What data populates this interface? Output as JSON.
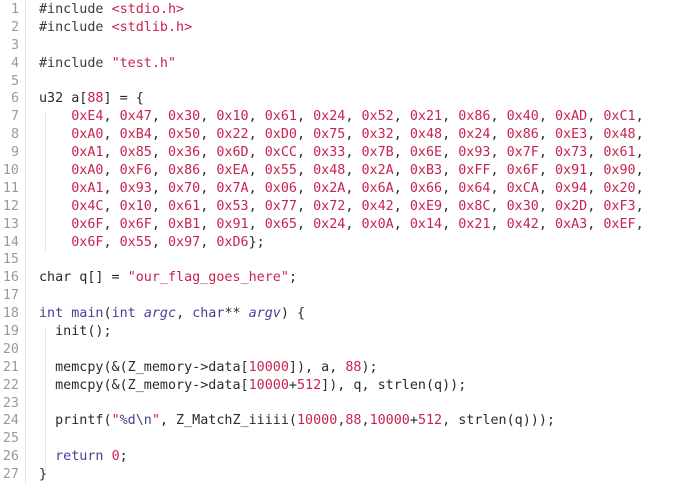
{
  "editor": {
    "lines": [
      {
        "n": "1",
        "tokens": [
          {
            "c": "pp",
            "t": "#include "
          },
          {
            "c": "inc",
            "t": "<stdio.h>"
          }
        ]
      },
      {
        "n": "2",
        "tokens": [
          {
            "c": "pp",
            "t": "#include "
          },
          {
            "c": "inc",
            "t": "<stdlib.h>"
          }
        ]
      },
      {
        "n": "3",
        "tokens": []
      },
      {
        "n": "4",
        "tokens": [
          {
            "c": "pp",
            "t": "#include "
          },
          {
            "c": "str",
            "t": "\"test.h\""
          }
        ]
      },
      {
        "n": "5",
        "tokens": []
      },
      {
        "n": "6",
        "tokens": [
          {
            "c": "ty",
            "t": "u32 a["
          },
          {
            "c": "num",
            "t": "88"
          },
          {
            "c": "punc",
            "t": "] = {"
          }
        ]
      },
      {
        "n": "7",
        "tokens": [
          {
            "c": "punc",
            "t": "    "
          },
          {
            "c": "num",
            "t": "0xE4"
          },
          {
            "c": "punc",
            "t": ", "
          },
          {
            "c": "num",
            "t": "0x47"
          },
          {
            "c": "punc",
            "t": ", "
          },
          {
            "c": "num",
            "t": "0x30"
          },
          {
            "c": "punc",
            "t": ", "
          },
          {
            "c": "num",
            "t": "0x10"
          },
          {
            "c": "punc",
            "t": ", "
          },
          {
            "c": "num",
            "t": "0x61"
          },
          {
            "c": "punc",
            "t": ", "
          },
          {
            "c": "num",
            "t": "0x24"
          },
          {
            "c": "punc",
            "t": ", "
          },
          {
            "c": "num",
            "t": "0x52"
          },
          {
            "c": "punc",
            "t": ", "
          },
          {
            "c": "num",
            "t": "0x21"
          },
          {
            "c": "punc",
            "t": ", "
          },
          {
            "c": "num",
            "t": "0x86"
          },
          {
            "c": "punc",
            "t": ", "
          },
          {
            "c": "num",
            "t": "0x40"
          },
          {
            "c": "punc",
            "t": ", "
          },
          {
            "c": "num",
            "t": "0xAD"
          },
          {
            "c": "punc",
            "t": ", "
          },
          {
            "c": "num",
            "t": "0xC1"
          },
          {
            "c": "punc",
            "t": ","
          }
        ]
      },
      {
        "n": "8",
        "tokens": [
          {
            "c": "punc",
            "t": "    "
          },
          {
            "c": "num",
            "t": "0xA0"
          },
          {
            "c": "punc",
            "t": ", "
          },
          {
            "c": "num",
            "t": "0xB4"
          },
          {
            "c": "punc",
            "t": ", "
          },
          {
            "c": "num",
            "t": "0x50"
          },
          {
            "c": "punc",
            "t": ", "
          },
          {
            "c": "num",
            "t": "0x22"
          },
          {
            "c": "punc",
            "t": ", "
          },
          {
            "c": "num",
            "t": "0xD0"
          },
          {
            "c": "punc",
            "t": ", "
          },
          {
            "c": "num",
            "t": "0x75"
          },
          {
            "c": "punc",
            "t": ", "
          },
          {
            "c": "num",
            "t": "0x32"
          },
          {
            "c": "punc",
            "t": ", "
          },
          {
            "c": "num",
            "t": "0x48"
          },
          {
            "c": "punc",
            "t": ", "
          },
          {
            "c": "num",
            "t": "0x24"
          },
          {
            "c": "punc",
            "t": ", "
          },
          {
            "c": "num",
            "t": "0x86"
          },
          {
            "c": "punc",
            "t": ", "
          },
          {
            "c": "num",
            "t": "0xE3"
          },
          {
            "c": "punc",
            "t": ", "
          },
          {
            "c": "num",
            "t": "0x48"
          },
          {
            "c": "punc",
            "t": ","
          }
        ]
      },
      {
        "n": "9",
        "tokens": [
          {
            "c": "punc",
            "t": "    "
          },
          {
            "c": "num",
            "t": "0xA1"
          },
          {
            "c": "punc",
            "t": ", "
          },
          {
            "c": "num",
            "t": "0x85"
          },
          {
            "c": "punc",
            "t": ", "
          },
          {
            "c": "num",
            "t": "0x36"
          },
          {
            "c": "punc",
            "t": ", "
          },
          {
            "c": "num",
            "t": "0x6D"
          },
          {
            "c": "punc",
            "t": ", "
          },
          {
            "c": "num",
            "t": "0xCC"
          },
          {
            "c": "punc",
            "t": ", "
          },
          {
            "c": "num",
            "t": "0x33"
          },
          {
            "c": "punc",
            "t": ", "
          },
          {
            "c": "num",
            "t": "0x7B"
          },
          {
            "c": "punc",
            "t": ", "
          },
          {
            "c": "num",
            "t": "0x6E"
          },
          {
            "c": "punc",
            "t": ", "
          },
          {
            "c": "num",
            "t": "0x93"
          },
          {
            "c": "punc",
            "t": ", "
          },
          {
            "c": "num",
            "t": "0x7F"
          },
          {
            "c": "punc",
            "t": ", "
          },
          {
            "c": "num",
            "t": "0x73"
          },
          {
            "c": "punc",
            "t": ", "
          },
          {
            "c": "num",
            "t": "0x61"
          },
          {
            "c": "punc",
            "t": ","
          }
        ]
      },
      {
        "n": "10",
        "tokens": [
          {
            "c": "punc",
            "t": "    "
          },
          {
            "c": "num",
            "t": "0xA0"
          },
          {
            "c": "punc",
            "t": ", "
          },
          {
            "c": "num",
            "t": "0xF6"
          },
          {
            "c": "punc",
            "t": ", "
          },
          {
            "c": "num",
            "t": "0x86"
          },
          {
            "c": "punc",
            "t": ", "
          },
          {
            "c": "num",
            "t": "0xEA"
          },
          {
            "c": "punc",
            "t": ", "
          },
          {
            "c": "num",
            "t": "0x55"
          },
          {
            "c": "punc",
            "t": ", "
          },
          {
            "c": "num",
            "t": "0x48"
          },
          {
            "c": "punc",
            "t": ", "
          },
          {
            "c": "num",
            "t": "0x2A"
          },
          {
            "c": "punc",
            "t": ", "
          },
          {
            "c": "num",
            "t": "0xB3"
          },
          {
            "c": "punc",
            "t": ", "
          },
          {
            "c": "num",
            "t": "0xFF"
          },
          {
            "c": "punc",
            "t": ", "
          },
          {
            "c": "num",
            "t": "0x6F"
          },
          {
            "c": "punc",
            "t": ", "
          },
          {
            "c": "num",
            "t": "0x91"
          },
          {
            "c": "punc",
            "t": ", "
          },
          {
            "c": "num",
            "t": "0x90"
          },
          {
            "c": "punc",
            "t": ","
          }
        ]
      },
      {
        "n": "11",
        "tokens": [
          {
            "c": "punc",
            "t": "    "
          },
          {
            "c": "num",
            "t": "0xA1"
          },
          {
            "c": "punc",
            "t": ", "
          },
          {
            "c": "num",
            "t": "0x93"
          },
          {
            "c": "punc",
            "t": ", "
          },
          {
            "c": "num",
            "t": "0x70"
          },
          {
            "c": "punc",
            "t": ", "
          },
          {
            "c": "num",
            "t": "0x7A"
          },
          {
            "c": "punc",
            "t": ", "
          },
          {
            "c": "num",
            "t": "0x06"
          },
          {
            "c": "punc",
            "t": ", "
          },
          {
            "c": "num",
            "t": "0x2A"
          },
          {
            "c": "punc",
            "t": ", "
          },
          {
            "c": "num",
            "t": "0x6A"
          },
          {
            "c": "punc",
            "t": ", "
          },
          {
            "c": "num",
            "t": "0x66"
          },
          {
            "c": "punc",
            "t": ", "
          },
          {
            "c": "num",
            "t": "0x64"
          },
          {
            "c": "punc",
            "t": ", "
          },
          {
            "c": "num",
            "t": "0xCA"
          },
          {
            "c": "punc",
            "t": ", "
          },
          {
            "c": "num",
            "t": "0x94"
          },
          {
            "c": "punc",
            "t": ", "
          },
          {
            "c": "num",
            "t": "0x20"
          },
          {
            "c": "punc",
            "t": ","
          }
        ]
      },
      {
        "n": "12",
        "tokens": [
          {
            "c": "punc",
            "t": "    "
          },
          {
            "c": "num",
            "t": "0x4C"
          },
          {
            "c": "punc",
            "t": ", "
          },
          {
            "c": "num",
            "t": "0x10"
          },
          {
            "c": "punc",
            "t": ", "
          },
          {
            "c": "num",
            "t": "0x61"
          },
          {
            "c": "punc",
            "t": ", "
          },
          {
            "c": "num",
            "t": "0x53"
          },
          {
            "c": "punc",
            "t": ", "
          },
          {
            "c": "num",
            "t": "0x77"
          },
          {
            "c": "punc",
            "t": ", "
          },
          {
            "c": "num",
            "t": "0x72"
          },
          {
            "c": "punc",
            "t": ", "
          },
          {
            "c": "num",
            "t": "0x42"
          },
          {
            "c": "punc",
            "t": ", "
          },
          {
            "c": "num",
            "t": "0xE9"
          },
          {
            "c": "punc",
            "t": ", "
          },
          {
            "c": "num",
            "t": "0x8C"
          },
          {
            "c": "punc",
            "t": ", "
          },
          {
            "c": "num",
            "t": "0x30"
          },
          {
            "c": "punc",
            "t": ", "
          },
          {
            "c": "num",
            "t": "0x2D"
          },
          {
            "c": "punc",
            "t": ", "
          },
          {
            "c": "num",
            "t": "0xF3"
          },
          {
            "c": "punc",
            "t": ","
          }
        ]
      },
      {
        "n": "13",
        "tokens": [
          {
            "c": "punc",
            "t": "    "
          },
          {
            "c": "num",
            "t": "0x6F"
          },
          {
            "c": "punc",
            "t": ", "
          },
          {
            "c": "num",
            "t": "0x6F"
          },
          {
            "c": "punc",
            "t": ", "
          },
          {
            "c": "num",
            "t": "0xB1"
          },
          {
            "c": "punc",
            "t": ", "
          },
          {
            "c": "num",
            "t": "0x91"
          },
          {
            "c": "punc",
            "t": ", "
          },
          {
            "c": "num",
            "t": "0x65"
          },
          {
            "c": "punc",
            "t": ", "
          },
          {
            "c": "num",
            "t": "0x24"
          },
          {
            "c": "punc",
            "t": ", "
          },
          {
            "c": "num",
            "t": "0x0A"
          },
          {
            "c": "punc",
            "t": ", "
          },
          {
            "c": "num",
            "t": "0x14"
          },
          {
            "c": "punc",
            "t": ", "
          },
          {
            "c": "num",
            "t": "0x21"
          },
          {
            "c": "punc",
            "t": ", "
          },
          {
            "c": "num",
            "t": "0x42"
          },
          {
            "c": "punc",
            "t": ", "
          },
          {
            "c": "num",
            "t": "0xA3"
          },
          {
            "c": "punc",
            "t": ", "
          },
          {
            "c": "num",
            "t": "0xEF"
          },
          {
            "c": "punc",
            "t": ","
          }
        ]
      },
      {
        "n": "14",
        "tokens": [
          {
            "c": "punc",
            "t": "    "
          },
          {
            "c": "num",
            "t": "0x6F"
          },
          {
            "c": "punc",
            "t": ", "
          },
          {
            "c": "num",
            "t": "0x55"
          },
          {
            "c": "punc",
            "t": ", "
          },
          {
            "c": "num",
            "t": "0x97"
          },
          {
            "c": "punc",
            "t": ", "
          },
          {
            "c": "num",
            "t": "0xD6"
          },
          {
            "c": "punc",
            "t": "};"
          }
        ]
      },
      {
        "n": "15",
        "tokens": []
      },
      {
        "n": "16",
        "tokens": [
          {
            "c": "ty",
            "t": "char q[] = "
          },
          {
            "c": "str",
            "t": "\"our_flag_goes_here\""
          },
          {
            "c": "punc",
            "t": ";"
          }
        ]
      },
      {
        "n": "17",
        "tokens": []
      },
      {
        "n": "18",
        "tokens": [
          {
            "c": "kw",
            "t": "int "
          },
          {
            "c": "fn",
            "t": "main"
          },
          {
            "c": "punc",
            "t": "("
          },
          {
            "c": "kw",
            "t": "int "
          },
          {
            "c": "arg",
            "t": "argc"
          },
          {
            "c": "punc",
            "t": ", "
          },
          {
            "c": "kw",
            "t": "char"
          },
          {
            "c": "punc",
            "t": "** "
          },
          {
            "c": "arg",
            "t": "argv"
          },
          {
            "c": "punc",
            "t": ") {"
          }
        ]
      },
      {
        "n": "19",
        "tokens": [
          {
            "c": "punc",
            "t": "  init();"
          }
        ]
      },
      {
        "n": "20",
        "tokens": []
      },
      {
        "n": "21",
        "tokens": [
          {
            "c": "punc",
            "t": "  memcpy(&(Z_memory->data["
          },
          {
            "c": "num",
            "t": "10000"
          },
          {
            "c": "punc",
            "t": "]), a, "
          },
          {
            "c": "num",
            "t": "88"
          },
          {
            "c": "punc",
            "t": ");"
          }
        ]
      },
      {
        "n": "22",
        "tokens": [
          {
            "c": "punc",
            "t": "  memcpy(&(Z_memory->data["
          },
          {
            "c": "num",
            "t": "10000"
          },
          {
            "c": "punc",
            "t": "+"
          },
          {
            "c": "num",
            "t": "512"
          },
          {
            "c": "punc",
            "t": "]), q, strlen(q));"
          }
        ]
      },
      {
        "n": "23",
        "tokens": []
      },
      {
        "n": "24",
        "tokens": [
          {
            "c": "punc",
            "t": "  printf("
          },
          {
            "c": "str",
            "t": "\""
          },
          {
            "c": "esc",
            "t": "%d\\n"
          },
          {
            "c": "str",
            "t": "\""
          },
          {
            "c": "punc",
            "t": ", Z_MatchZ_iiiii("
          },
          {
            "c": "num",
            "t": "10000"
          },
          {
            "c": "punc",
            "t": ","
          },
          {
            "c": "num",
            "t": "88"
          },
          {
            "c": "punc",
            "t": ","
          },
          {
            "c": "num",
            "t": "10000"
          },
          {
            "c": "punc",
            "t": "+"
          },
          {
            "c": "num",
            "t": "512"
          },
          {
            "c": "punc",
            "t": ", strlen(q)));"
          }
        ]
      },
      {
        "n": "25",
        "tokens": []
      },
      {
        "n": "26",
        "tokens": [
          {
            "c": "punc",
            "t": "  "
          },
          {
            "c": "kw",
            "t": "return "
          },
          {
            "c": "num",
            "t": "0"
          },
          {
            "c": "punc",
            "t": ";"
          }
        ]
      },
      {
        "n": "27",
        "tokens": [
          {
            "c": "punc",
            "t": "}"
          }
        ]
      }
    ]
  }
}
